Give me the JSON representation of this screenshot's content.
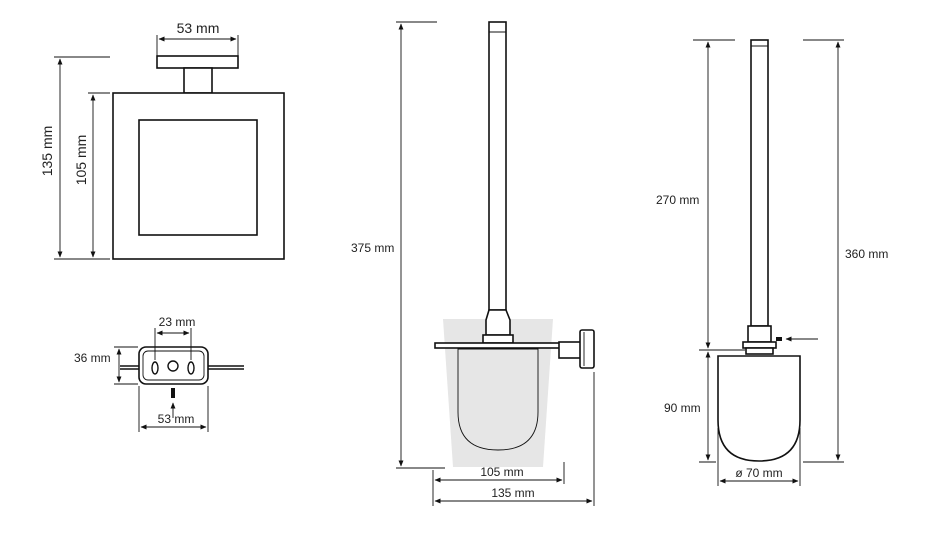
{
  "colors": {
    "line": "#111111",
    "glass": "#e6e6e6",
    "background": "#ffffff"
  },
  "front_view": {
    "top_width": "53 mm",
    "outer_height": "135 mm",
    "inner_height": "105 mm"
  },
  "mount_plate": {
    "hole_spacing": "23 mm",
    "plate_height": "36 mm",
    "plate_width": "53 mm"
  },
  "side_view": {
    "total_height": "375 mm",
    "glass_width": "105 mm",
    "total_depth": "135 mm"
  },
  "brush": {
    "handle_length": "270 mm",
    "total_length": "360 mm",
    "head_height": "90 mm",
    "head_diameter": "ø 70 mm"
  }
}
